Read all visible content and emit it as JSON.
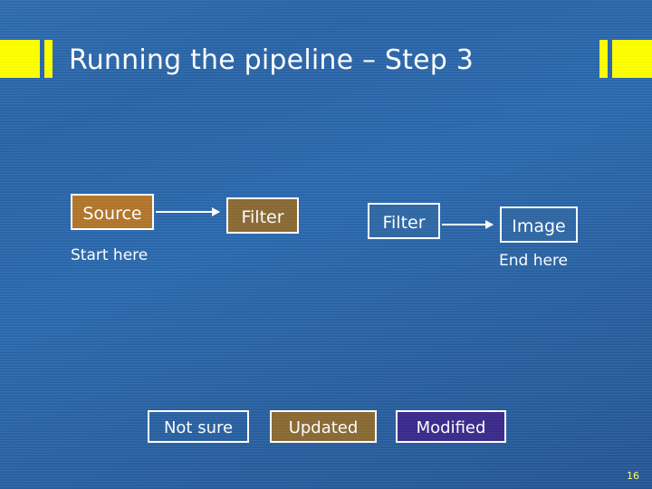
{
  "slide": {
    "title": "Running the pipeline – Step 3",
    "page_number": "16",
    "accent_yellow": "#ffff00",
    "background_blue": "#2a67ad"
  },
  "pipeline": {
    "nodes": [
      {
        "label": "Source",
        "color": "#b2762a"
      },
      {
        "label": "Filter",
        "color": "#8a6a34"
      },
      {
        "label": "Filter",
        "color": "#2f68a6"
      },
      {
        "label": "Image",
        "color": "#2f68a6"
      }
    ],
    "captions": {
      "start": "Start here",
      "end": "End here"
    }
  },
  "legend": {
    "items": [
      {
        "label": "Not sure",
        "color": "transparent"
      },
      {
        "label": "Updated",
        "color": "#8a6a34"
      },
      {
        "label": "Modified",
        "color": "#3b2a8c"
      }
    ]
  }
}
